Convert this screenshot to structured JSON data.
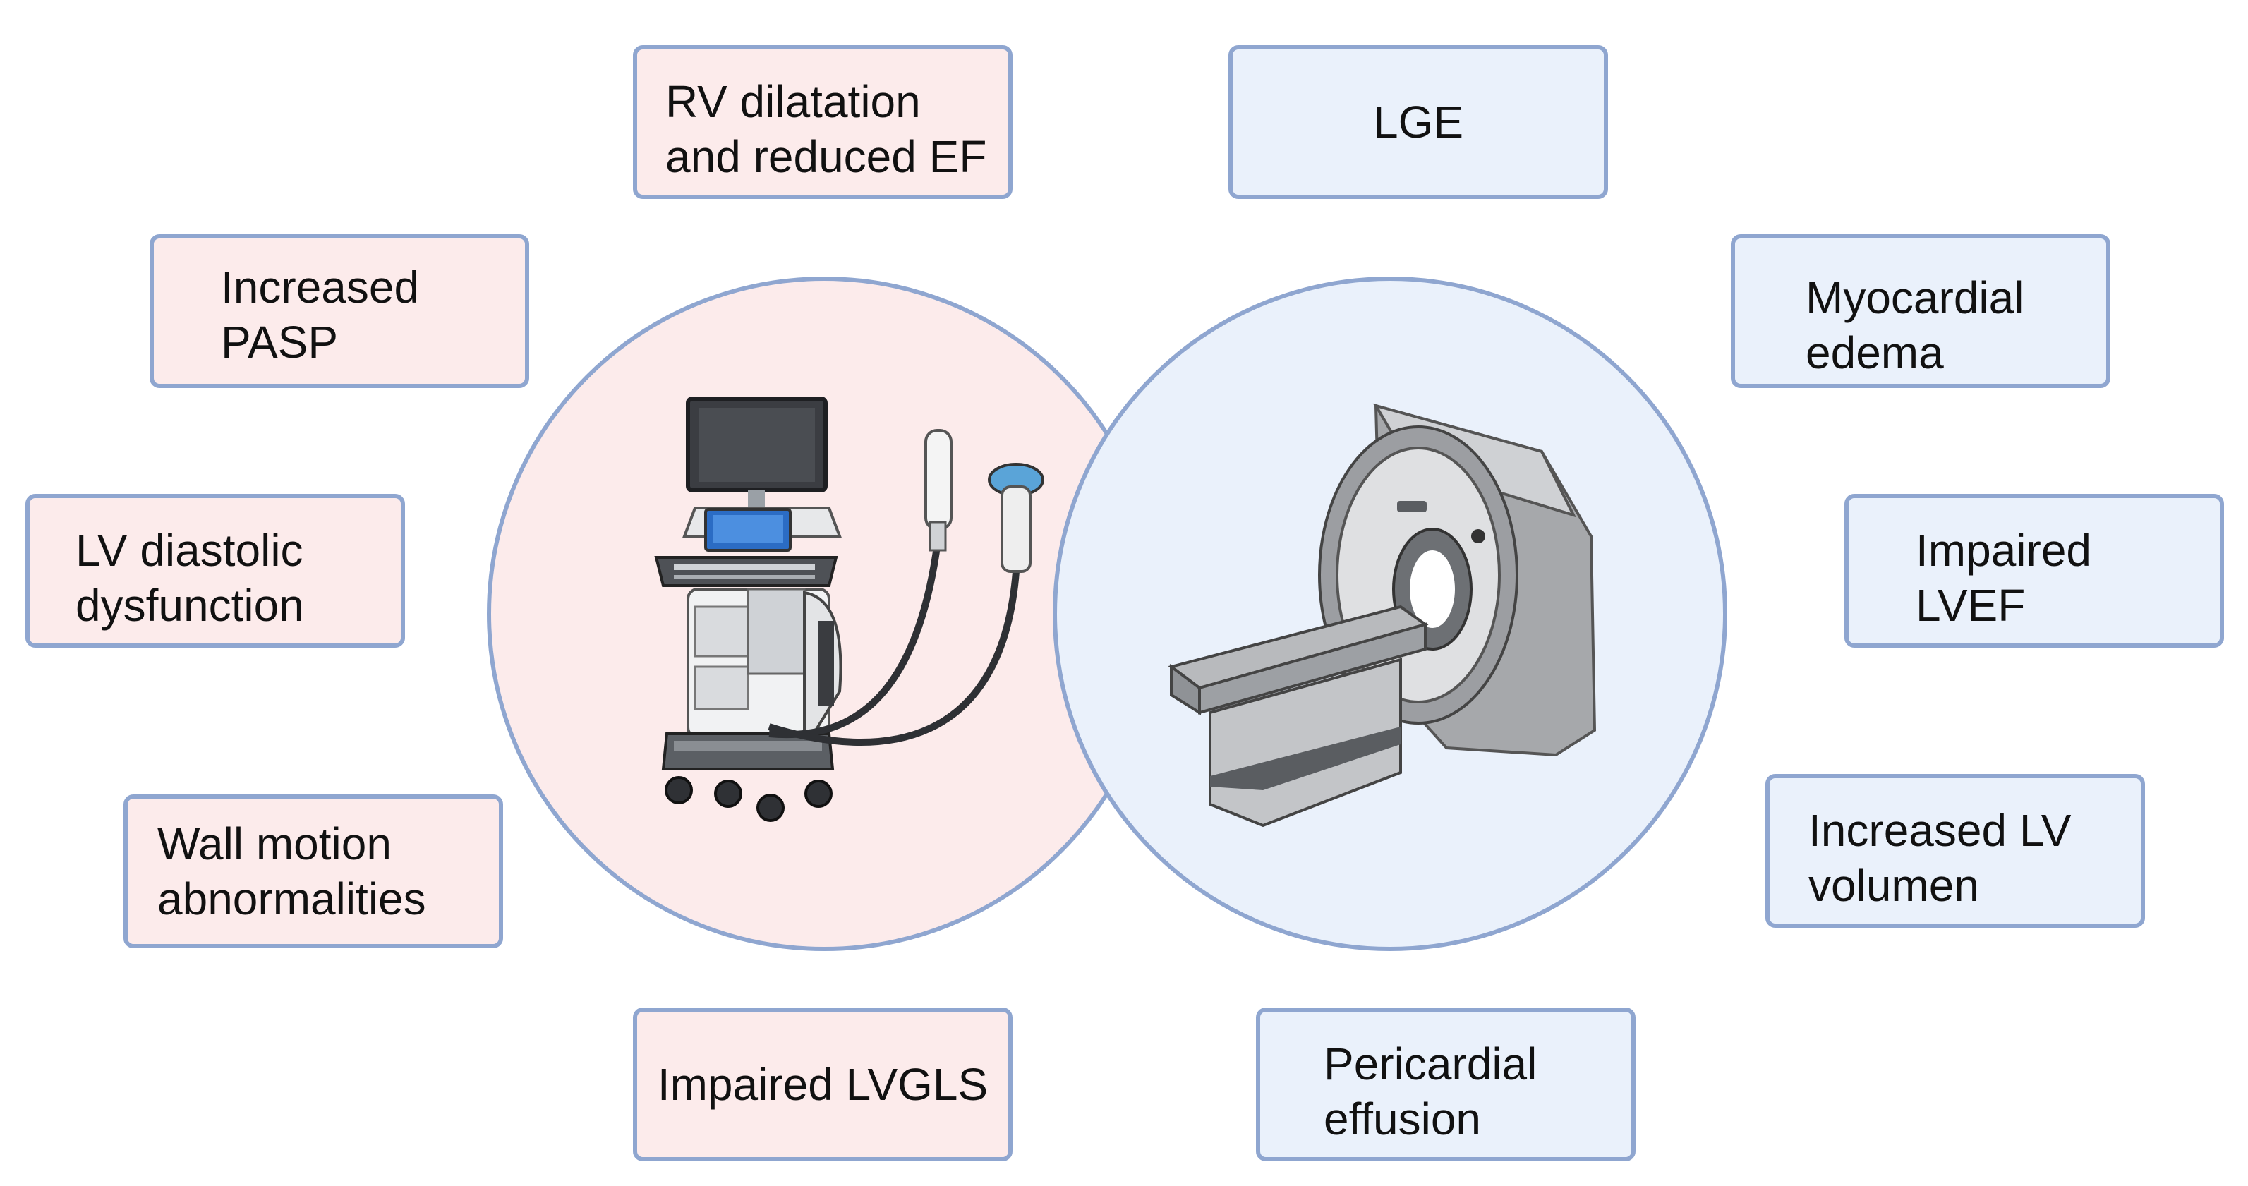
{
  "colors": {
    "echo_fill": "#fcebeb",
    "mri_fill": "#eaf1fb",
    "outline": "#8fa6d0",
    "text": "#111111"
  },
  "echo": {
    "icon": "ultrasound-machine-icon",
    "findings": [
      {
        "label": "RV dilatation\nand reduced EF"
      },
      {
        "label": "Increased\nPASP"
      },
      {
        "label": "LV diastolic\ndysfunction"
      },
      {
        "label": "Wall motion\nabnormalities"
      },
      {
        "label": "Impaired LVGLS"
      }
    ]
  },
  "mri": {
    "icon": "mri-scanner-icon",
    "findings": [
      {
        "label": "LGE"
      },
      {
        "label": "Myocardial\nedema"
      },
      {
        "label": "Impaired\nLVEF"
      },
      {
        "label": "Increased LV\nvolumen"
      },
      {
        "label": "Pericardial\neffusion"
      }
    ]
  }
}
